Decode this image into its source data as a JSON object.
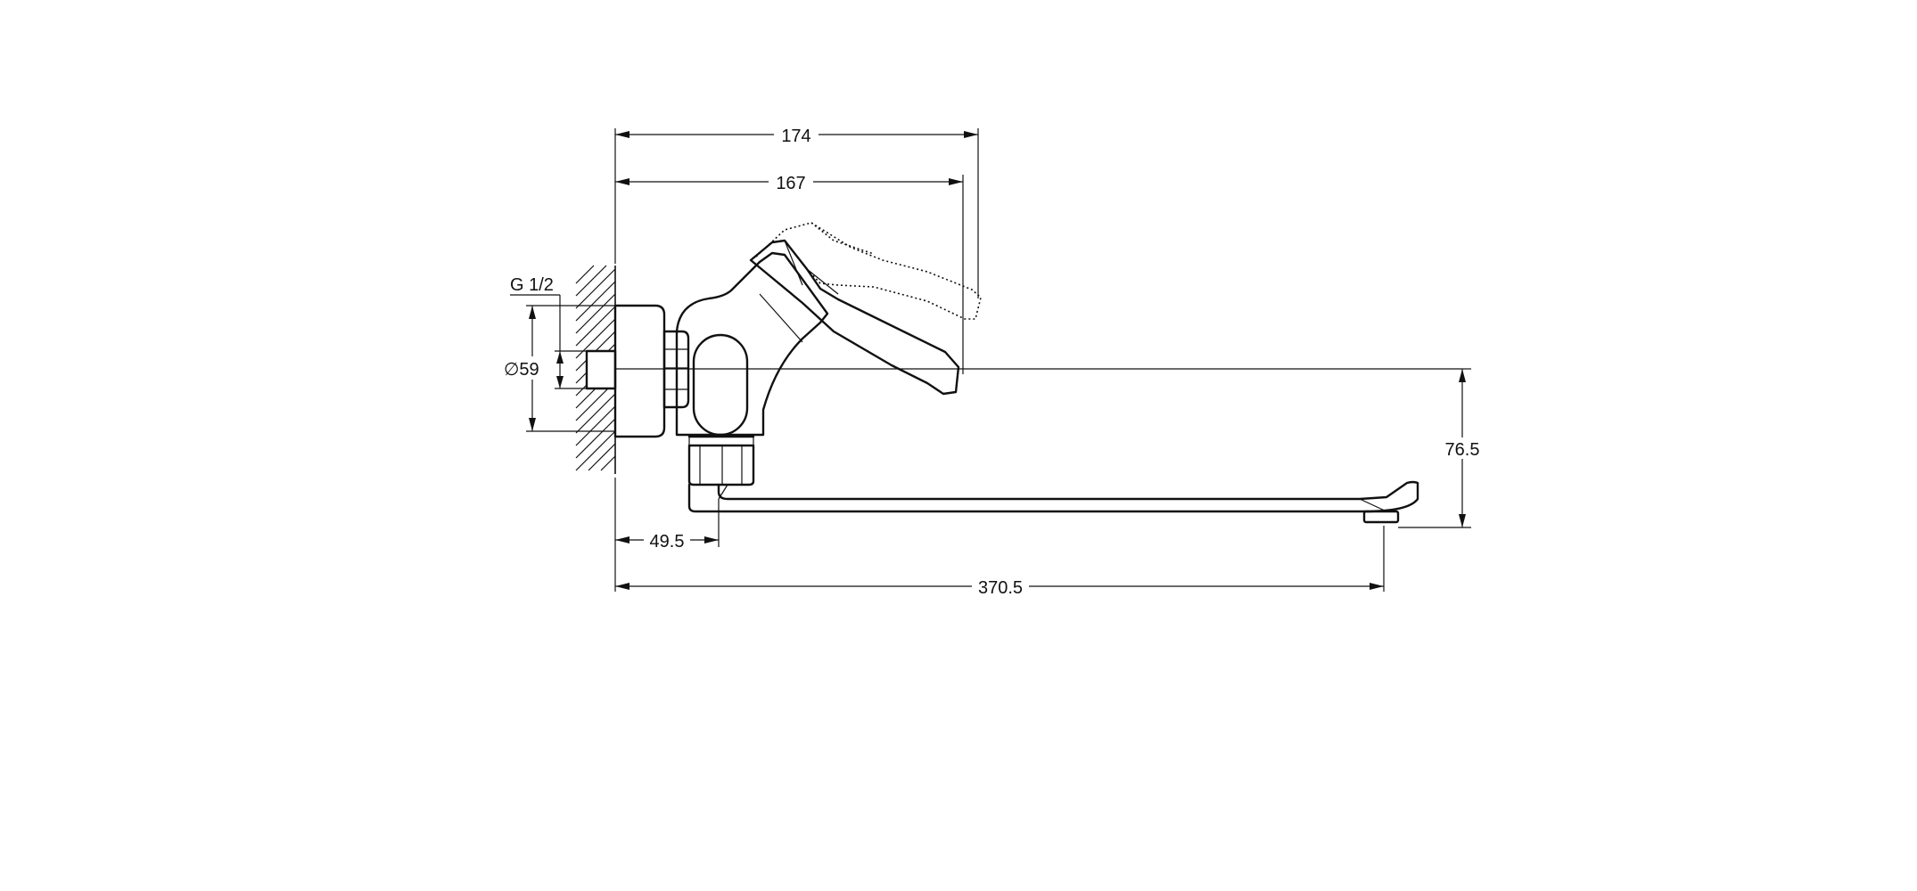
{
  "dimensions": {
    "overall_height_top": "174",
    "lever_height": "167",
    "connection_thread": "G 1/2",
    "flange_diameter": "∅59",
    "spout_drop": "76.5",
    "body_offset": "49.5",
    "spout_reach": "370.5"
  }
}
